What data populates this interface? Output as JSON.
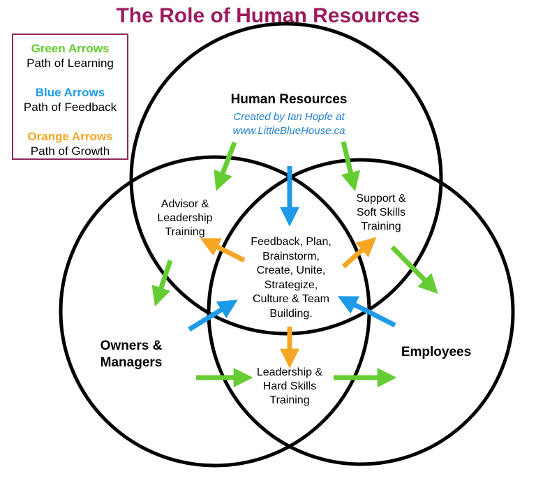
{
  "title": "The Role of Human Resources",
  "colors": {
    "title": "#9b1b5e",
    "green": "#66cc33",
    "blue": "#1e9be8",
    "orange": "#f5a623",
    "circle": "#000000",
    "legend_border": "#8b2a5a",
    "credit": "#1f7fd1"
  },
  "legend": {
    "items": [
      {
        "key": "Green Arrows",
        "desc": "Path of Learning",
        "color": "green"
      },
      {
        "key": "Blue Arrows",
        "desc": "Path of Feedback",
        "color": "blue"
      },
      {
        "key": "Orange Arrows",
        "desc": "Path of Growth",
        "color": "orange"
      }
    ]
  },
  "circles": {
    "hr": {
      "label": "Human Resources",
      "credit_line1": "Created by Ian Hopfe at",
      "credit_line2": "www.LittleBlueHouse.ca"
    },
    "owners": {
      "label_line1": "Owners &",
      "label_line2": "Managers"
    },
    "employees": {
      "label": "Employees"
    }
  },
  "regions": {
    "advisor": [
      "Advisor &",
      "Leadership",
      "Training"
    ],
    "support": [
      "Support &",
      "Soft Skills",
      "Training"
    ],
    "hard_skills": [
      "Leadership &",
      "Hard Skills",
      "Training"
    ],
    "center": [
      "Feedback, Plan,",
      "Brainstorm,",
      "Create, Unite,",
      "Strategize,",
      "Culture & Team",
      "Building."
    ]
  }
}
